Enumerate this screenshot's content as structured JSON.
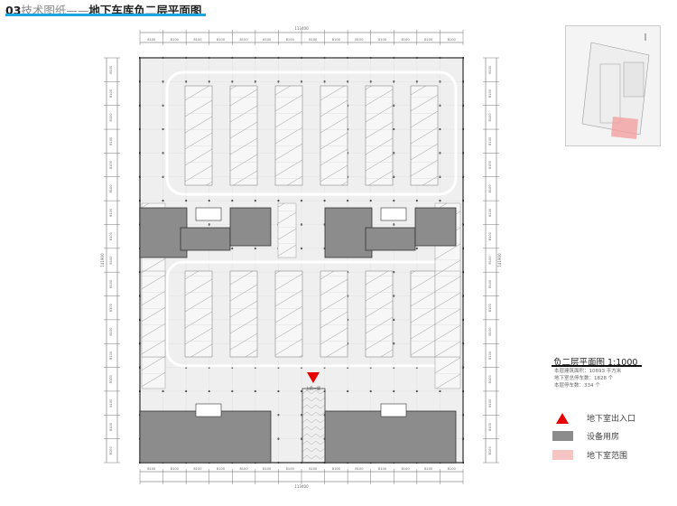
{
  "header": {
    "number": "03",
    "section": "技术图纸——",
    "title": "地下车库负二层平面图"
  },
  "plan": {
    "dim_total_horizontal": "113400",
    "dim_total_vertical": "141900",
    "bay_dim": "8100",
    "ramp_label": "上负一层"
  },
  "panel": {
    "plan_title": "负二层平面图 1:1000",
    "stats": [
      "本层建筑面积：10693 平方米",
      "地下室总停车数：1828 个",
      "本层停车数：334 个"
    ]
  },
  "legend": [
    {
      "label": "地下室出入口",
      "color": "#e60000",
      "icon": "triangle-icon"
    },
    {
      "label": "设备用房",
      "color": "#8c8c8c",
      "icon": "swatch"
    },
    {
      "label": "地下室范围",
      "color": "#f7c4c4",
      "icon": "swatch"
    }
  ],
  "colors": {
    "accent": "#1aa7e0",
    "floor": "#efefef",
    "equipment": "#8c8c8c",
    "entrance": "#e60000"
  }
}
